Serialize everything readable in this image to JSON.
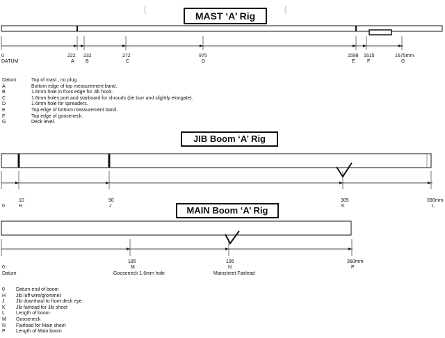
{
  "mast": {
    "title": "MAST ‘A’ Rig",
    "unit": "mm",
    "marks": [
      {
        "value": "0",
        "letter": "DATUM"
      },
      {
        "value": "222",
        "letter": "A"
      },
      {
        "value": "232",
        "letter": "B"
      },
      {
        "value": "272",
        "letter": "C"
      },
      {
        "value": "975",
        "letter": "D"
      },
      {
        "value": "1599",
        "letter": "E"
      },
      {
        "value": "1615",
        "letter": "F"
      },
      {
        "value": "1675mm",
        "letter": "G"
      }
    ],
    "legend": [
      {
        "key": "Datum",
        "text": "Top of mast , no plug."
      },
      {
        "key": "A",
        "text": "Bottom edge of top measurement band."
      },
      {
        "key": "B",
        "text": "1.6mm hole in front edge for Jib hook."
      },
      {
        "key": "C",
        "text": "1.6mm holes port and starboard for shrouds (de burr and slightly elongate)."
      },
      {
        "key": "D",
        "text": "1.6mm hole for spreaders."
      },
      {
        "key": "E",
        "text": "Top edge of bottom measurement band."
      },
      {
        "key": "F",
        "text": "Top edge of gooseneck."
      },
      {
        "key": "G",
        "text": "Deck level."
      }
    ]
  },
  "jib": {
    "title": "JIB Boom ‘A’ Rig",
    "marks": [
      {
        "value": "0",
        "letter": ""
      },
      {
        "value": "10",
        "letter": "H"
      },
      {
        "value": "90",
        "letter": "J"
      },
      {
        "value": "305",
        "letter": "K"
      },
      {
        "value": "390mm",
        "letter": "L"
      }
    ]
  },
  "main": {
    "title": "MAIN Boom ‘A’ Rig",
    "marks": [
      {
        "value": "0",
        "letter": "Datum",
        "note": ""
      },
      {
        "value": "185",
        "letter": "M",
        "note": "Gooseneck 1.6mm hole"
      },
      {
        "value": "195",
        "letter": "N",
        "note": "Mainsheet Fairlead"
      },
      {
        "value": "360mm",
        "letter": "P",
        "note": ""
      }
    ],
    "legend": [
      {
        "key": "0",
        "text": "Datum end of boom"
      },
      {
        "key": "H",
        "text": "Jib luff wire/grommet"
      },
      {
        "key": "J",
        "text": "Jib downhaul to front deck eye"
      },
      {
        "key": "K",
        "text": "Jib fairlead for Jib sheet"
      },
      {
        "key": "L",
        "text": "Length of boom"
      },
      {
        "key": "M",
        "text": "Gooseneck"
      },
      {
        "key": "N",
        "text": "Fairlead for Main sheet"
      },
      {
        "key": "P",
        "text": "Length of Main boom"
      }
    ]
  }
}
